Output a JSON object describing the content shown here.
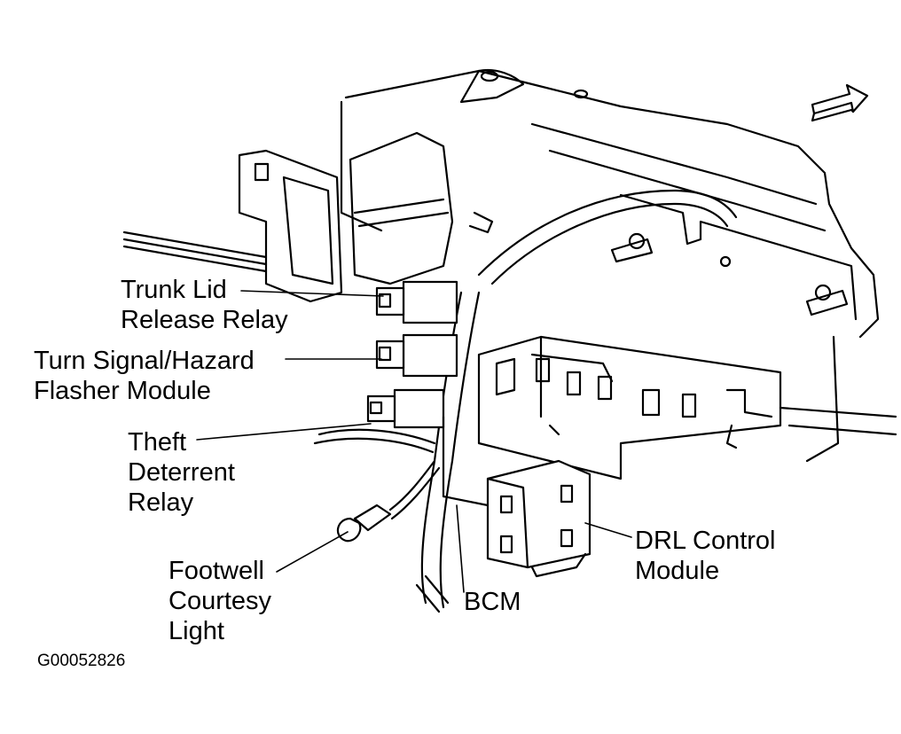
{
  "labels": {
    "trunk_lid": [
      "Trunk Lid",
      "Release Relay"
    ],
    "turn_signal": [
      "Turn Signal/Hazard",
      "Flasher Module"
    ],
    "theft": [
      "Theft",
      "Deterrent",
      "Relay"
    ],
    "footwell": [
      "Footwell",
      "Courtesy",
      "Light"
    ],
    "bcm": "BCM",
    "drl": [
      "DRL Control",
      "Module"
    ]
  },
  "figure_code": "G00052826",
  "colors": {
    "ink": "#000000",
    "paper": "#ffffff"
  }
}
